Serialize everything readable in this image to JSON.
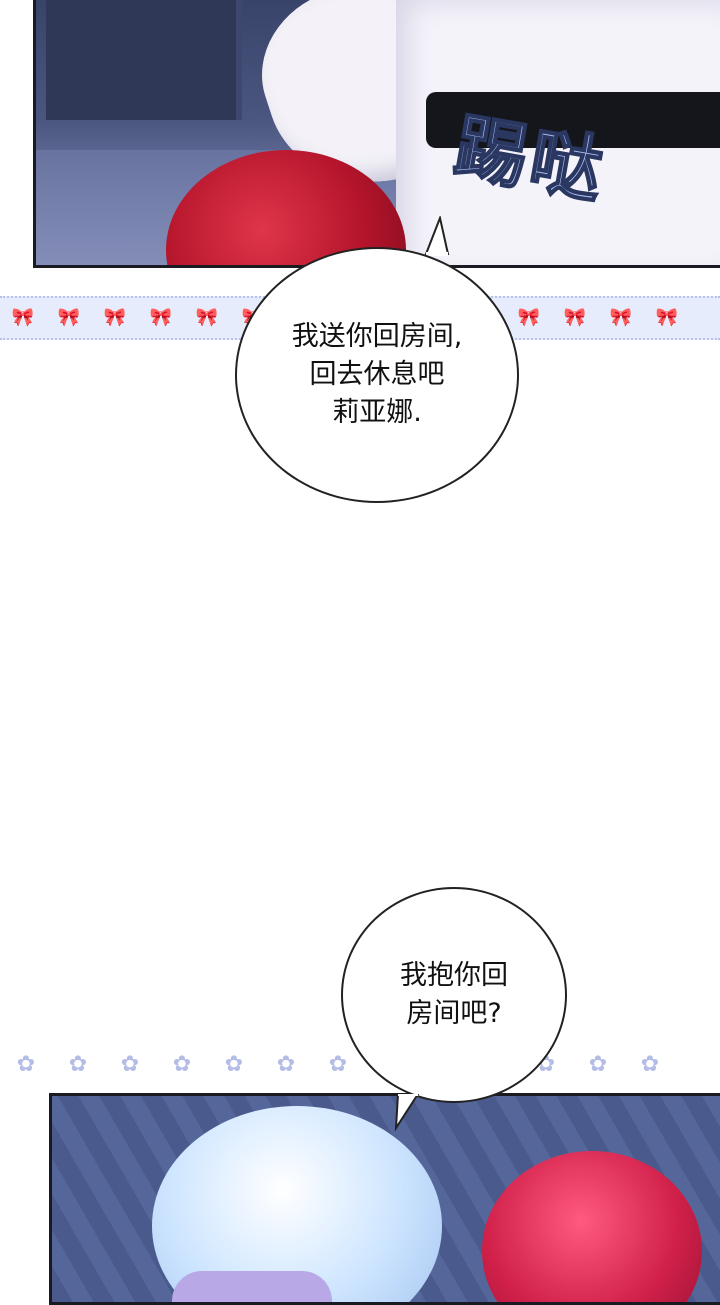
{
  "panels": {
    "top": {
      "description_colors": {
        "background": "#4b5680",
        "hair": "#b3142b",
        "garment": "#f4f2f8",
        "belt": "#15151c"
      }
    },
    "bottom": {
      "description_colors": {
        "background": "#4d5d90",
        "hair_left": "#cfe6ff",
        "hair_right": "#d0204a"
      }
    }
  },
  "sfx_text": "踢哒",
  "dialogue": {
    "bubble_1": [
      "我送你回房间,",
      "回去休息吧",
      "莉亚娜."
    ],
    "bubble_2": [
      "我抱你回",
      "房间吧?"
    ]
  },
  "decor": {
    "bow_icon": "bow-icon",
    "lace_color": "#e6ecfb"
  }
}
